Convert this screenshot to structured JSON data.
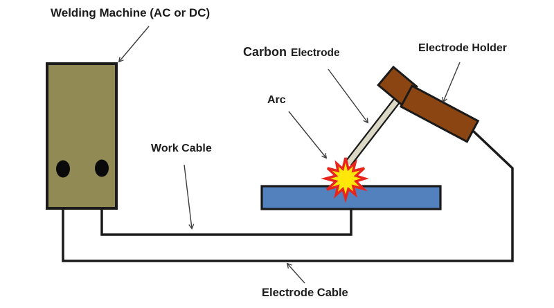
{
  "diagram": {
    "subject": "carbon-arc-welding-setup",
    "labels": {
      "welding_machine": "Welding Machine (AC or DC)",
      "carbon_electrode_word1": "Carbon",
      "carbon_electrode_word2": "Electrode",
      "electrode_holder": "Electrode Holder",
      "arc": "Arc",
      "work_cable": "Work Cable",
      "electrode_cable": "Electrode Cable"
    },
    "colors": {
      "background": "#FFFFFF",
      "machine_fill": "#928A55",
      "workpiece_fill": "#5381BE",
      "holder_fill": "#8A4512",
      "electrode_fill": "#DBD8C6",
      "arc_fill": "#FFE70A",
      "arc_outline": "#E8251D",
      "outline": "#1A1A1A",
      "cable": "#1A1A1A",
      "terminal": "#0A0A0A",
      "arrow": "#3C3C3C"
    }
  }
}
